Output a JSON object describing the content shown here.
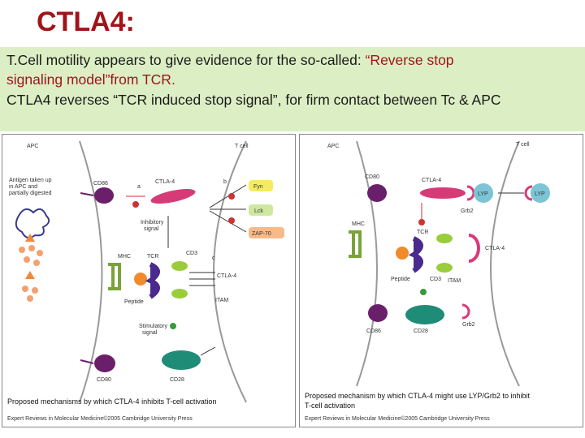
{
  "slide": {
    "title": "CTLA4:",
    "line1_a": "T.Cell motility appears to give evidence for the so-called: ",
    "line1_b": "“Reverse stop",
    "line2": "signaling model”from TCR.",
    "line3": "CTLA4 reverses “TCR induced stop signal”,  for firm contact between  Tc & APC"
  },
  "left_figure": {
    "apc": "APC",
    "tcell": "T cell",
    "antigen": [
      "Antigen taken up",
      "in APC and",
      "partially digested"
    ],
    "cd86": "CD86",
    "ctla4": "CTLA-4",
    "a": "a",
    "b": "b",
    "c": "c",
    "fyn": "Fyn",
    "lck": "Lck",
    "zap70": "ZAP-70",
    "inhibitory": [
      "Inhibitory",
      "signal"
    ],
    "mhc": "MHC",
    "tcr": "TCR",
    "cd3": "CD3",
    "ctla4_b": "CTLA-4",
    "itam": "ITAM",
    "peptide": "Peptide",
    "stimulatory": [
      "Stimulatory",
      "signal"
    ],
    "cd80": "CD80",
    "cd28": "CD28",
    "caption": "Proposed mechanisms by which CTLA-4 inhibits T-cell activation",
    "credit": "Expert Reviews in Molecular Medicine©2005 Cambridge University Press"
  },
  "right_figure": {
    "apc": "APC",
    "tcell": "T cell",
    "cd80": "CD80",
    "ctla4": "CTLA-4",
    "lyp1": "LYP",
    "lyp2": "LYP",
    "grb2": "Grb2",
    "mhc": "MHC",
    "tcr": "TCR",
    "ctla4_b": "CTLA-4",
    "peptide": "Peptide",
    "cd3": "CD3",
    "itam": "ITAM",
    "cd86": "CD86",
    "cd28": "CD28",
    "grb2_b": "Grb2",
    "caption1": "Proposed mechanism by which CTLA-4 might use LYP/Grb2 to inhibit",
    "caption2": "T-cell activation",
    "credit": "Expert Reviews in Molecular Medicine©2005 Cambridge University Press"
  }
}
